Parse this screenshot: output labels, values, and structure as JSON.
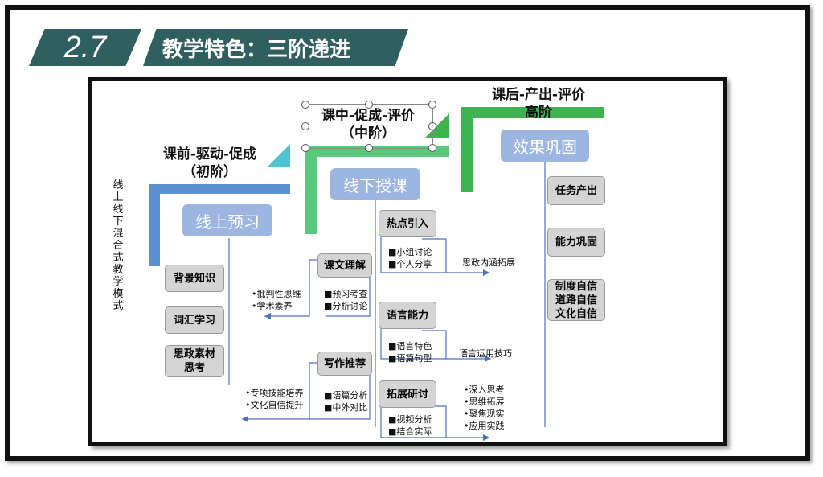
{
  "header": {
    "section_number": "2.7",
    "title": "教学特色：三阶递进"
  },
  "diagram": {
    "vertical_label": "线上线下混合式教学模式",
    "stages": [
      {
        "title": "课前-驱动-促成",
        "level": "（初阶）",
        "main": "线上预习",
        "color": "#5b8fd2"
      },
      {
        "title": "课中-促成-评价",
        "level": "（中阶）",
        "main": "线下授课",
        "color": "#5cc67a"
      },
      {
        "title": "课后-产出-评价",
        "level": "高阶",
        "main": "效果巩固",
        "color": "#3fb34f"
      }
    ],
    "pre_items": [
      "背景知识",
      "词汇学习",
      "思政素材\n思考"
    ],
    "mid_left": [
      {
        "label": "课文理解",
        "inner": [
          "■预习考查",
          "■分析讨论"
        ],
        "outer": [
          "•批判性思维",
          "•学术素养"
        ]
      },
      {
        "label": "写作推荐",
        "inner": [
          "■语篇分析",
          "■中外对比"
        ],
        "outer": [
          "•专项技能培养",
          "•文化自信提升"
        ]
      }
    ],
    "mid_right": [
      {
        "label": "热点引入",
        "inner": [
          "■小组讨论",
          "■个人分享"
        ],
        "outer": [
          "思政内涵拓展"
        ]
      },
      {
        "label": "语言能力",
        "inner": [
          "■语言特色",
          "■语篇句型"
        ],
        "outer": [
          "语言运用技巧"
        ]
      },
      {
        "label": "拓展研讨",
        "inner": [
          "■视频分析",
          "■结合实际"
        ],
        "outer": [
          "•深入思考",
          "•思维拓展",
          "•聚焦现实",
          "•应用实践"
        ]
      }
    ],
    "post_items": [
      "任务产出",
      "能力巩固",
      "制度自信\n道路自信\n文化自信"
    ],
    "accent_teal": "#4ec3d2",
    "pill_color": "#9db5e1"
  }
}
